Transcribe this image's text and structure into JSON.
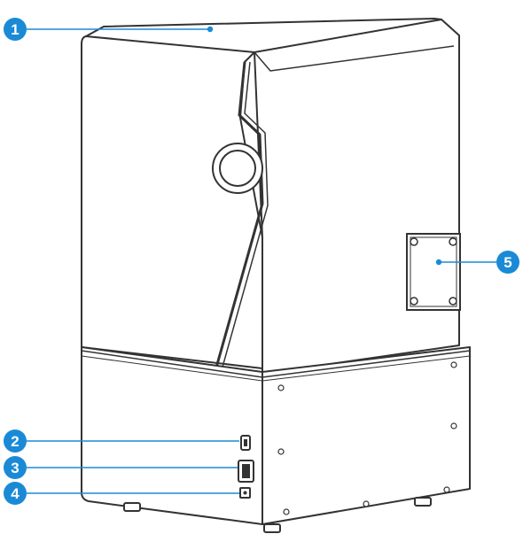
{
  "callouts": [
    {
      "number": "1"
    },
    {
      "number": "2"
    },
    {
      "number": "3"
    },
    {
      "number": "4"
    },
    {
      "number": "5"
    }
  ],
  "colors": {
    "callout": "#1a8ad6",
    "outline": "#333333",
    "fill": "#ffffff"
  },
  "icons": {
    "front_panel_parts": [
      "usb-port-icon",
      "power-switch-icon",
      "power-socket-icon"
    ]
  }
}
